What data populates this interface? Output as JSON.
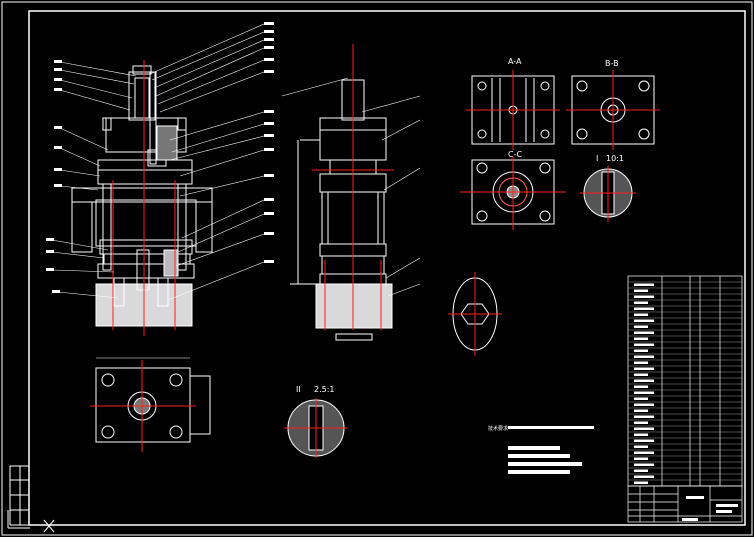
{
  "drawing": {
    "view_labels": {
      "section_a": "A-A",
      "section_b": "B-B",
      "section_c": "C-C",
      "detail_1": "I",
      "detail_1_scale": "10:1",
      "detail_2": "II",
      "detail_2_scale": "2.5:1"
    },
    "notes_heading": "技术要求",
    "colors": {
      "background": "#000000",
      "line": "#ffffff",
      "centerline": "#ff2020",
      "concrete": "#d8d8d8"
    }
  }
}
